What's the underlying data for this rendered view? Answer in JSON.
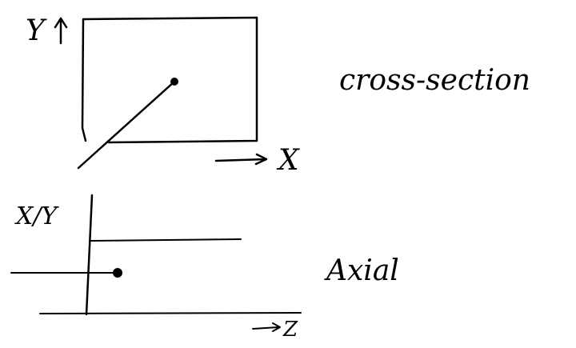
{
  "cross_section": {
    "y_axis_label": "Y",
    "x_axis_label": "X",
    "caption": "cross-section"
  },
  "axial": {
    "vertical_label": "X/Y",
    "horizontal_label": "Z",
    "caption": "Axial"
  },
  "colors": {
    "ink": "#000000",
    "paper": "#ffffff"
  }
}
